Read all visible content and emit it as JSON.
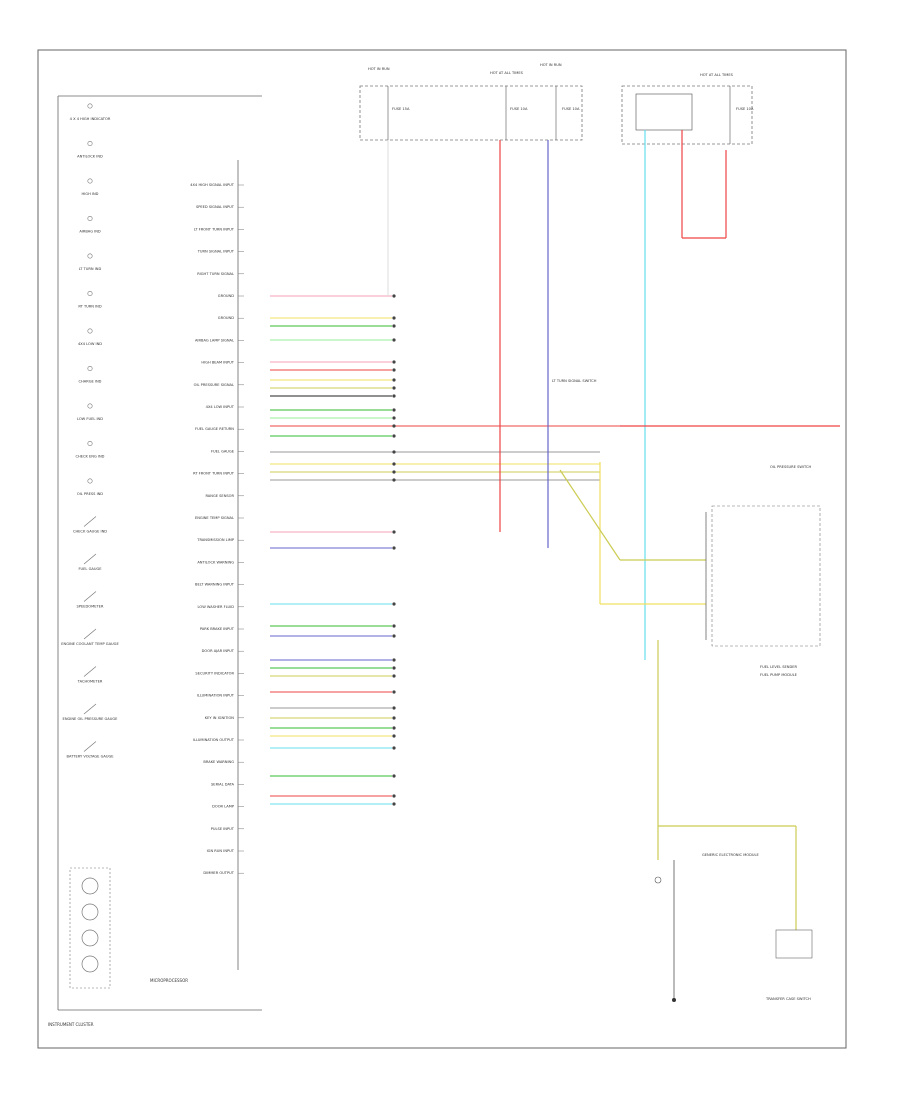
{
  "footer": {
    "cluster_title": "INSTRUMENT CLUSTER",
    "microprocessor": "MICROPROCESSOR",
    "page_code": ""
  },
  "colors": {
    "pink": "#f4a0b4",
    "red": "#ee4444",
    "cyan": "#66e0f0",
    "green": "#33bb33",
    "lightgreen": "#99ee99",
    "yellow": "#f0e060",
    "olive": "#cccc55",
    "blue": "#6666cc",
    "gray": "#999999",
    "black": "#222222"
  },
  "fuse_blocks": [
    {
      "header": "HOT IN RUN",
      "fuse": "FUSE 15A"
    },
    {
      "header": "HOT AT ALL TIMES",
      "fuse": "FUSE 10A"
    },
    {
      "header": "HOT IN RUN",
      "fuse": "FUSE 10A"
    },
    {
      "header": "HOT AT ALL TIMES",
      "fuse": "FUSE 10A"
    }
  ],
  "left_indicators": [
    "4 X 4 HIGH INDICATOR",
    "ANTILOCK IND",
    "HIGH IND",
    "AIRBAG IND",
    "LT TURN IND",
    "RT TURN IND",
    "4X4 LOW IND",
    "CHARGE IND",
    "LOW FUEL IND",
    "CHECK ENG IND",
    "OIL PRESS IND",
    "CHECK GAUGE IND",
    "FUEL GAUGE",
    "SPEEDOMETER",
    "ENGINE COOLANT TEMP GAUGE",
    "TACHOMETER",
    "ENGINE OIL PRESSURE GAUGE",
    "BATTERY VOLTAGE GAUGE"
  ],
  "cluster_functions": [
    "4X4 HIGH SIGNAL INPUT",
    "SPEED SIGNAL INPUT",
    "LT FRONT TURN INPUT",
    "TURN SIGNAL INPUT",
    "RIGHT TURN SIGNAL",
    "GROUND",
    "GROUND",
    "AIRBAG LAMP SIGNAL",
    "HIGH BEAM INPUT",
    "OIL PRESSURE SIGNAL",
    "4X4 LOW INPUT",
    "FUEL GAUGE RETURN",
    "FUEL GAUGE",
    "RT FRONT TURN INPUT",
    "RANGE SENSOR",
    "ENGINE TEMP SIGNAL",
    "TRANSMISSION LIMP",
    "ANTILOCK WARNING",
    "BELT WARNING INPUT",
    "LOW WASHER FLUID",
    "PARK BRAKE INPUT",
    "DOOR AJAR INPUT",
    "SECURITY INDICATOR",
    "ILLUMINATION INPUT",
    "KEY IN IGNITION",
    "ILLUMINATION OUTPUT",
    "BRAKE WARNING",
    "SERIAL DATA",
    "DOOR LAMP",
    "PULSE INPUT",
    "IGN RUN INPUT",
    "DIMMER OUTPUT"
  ],
  "right_labels": {
    "lf_turn": "LT TURN SIGNAL SWITCH",
    "oil": "OIL PRESSURE SWITCH",
    "fuel_sender": "FUEL LEVEL SENDER",
    "fuel_sender_2": "FUEL PUMP MODULE",
    "module": "GENERIC ELECTRONIC MODULE",
    "switch": "TRANSFER CASE SWITCH"
  }
}
